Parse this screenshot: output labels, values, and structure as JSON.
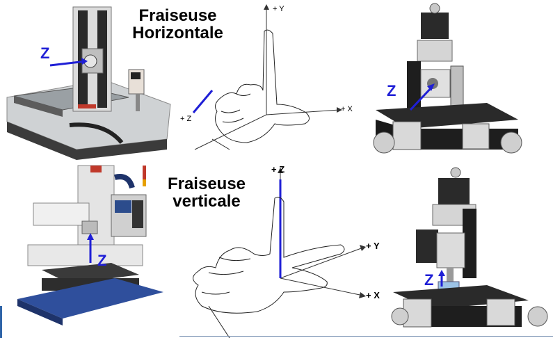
{
  "titles": {
    "horizontal": [
      "Fraiseuse",
      "Horizontale"
    ],
    "vertical": [
      "Fraiseuse",
      "verticale"
    ]
  },
  "z_labels": {
    "horizontal_machine": "Z",
    "mini_mill_horizontal": "Z",
    "vertical_machine": "Z",
    "mini_mill_vertical": "Z"
  },
  "hand_top_axes": {
    "y": "+ Y",
    "x": "+ X",
    "z": "+ Z"
  },
  "hand_bottom_axes": {
    "z": "+ Z",
    "y": "+ Y",
    "x": "+ X"
  },
  "colors": {
    "axis_blue": "#1f1fd6",
    "machine_grey": "#d8d8d8",
    "dark": "#1e1e1e",
    "panel_blue": "#2f64a8"
  }
}
